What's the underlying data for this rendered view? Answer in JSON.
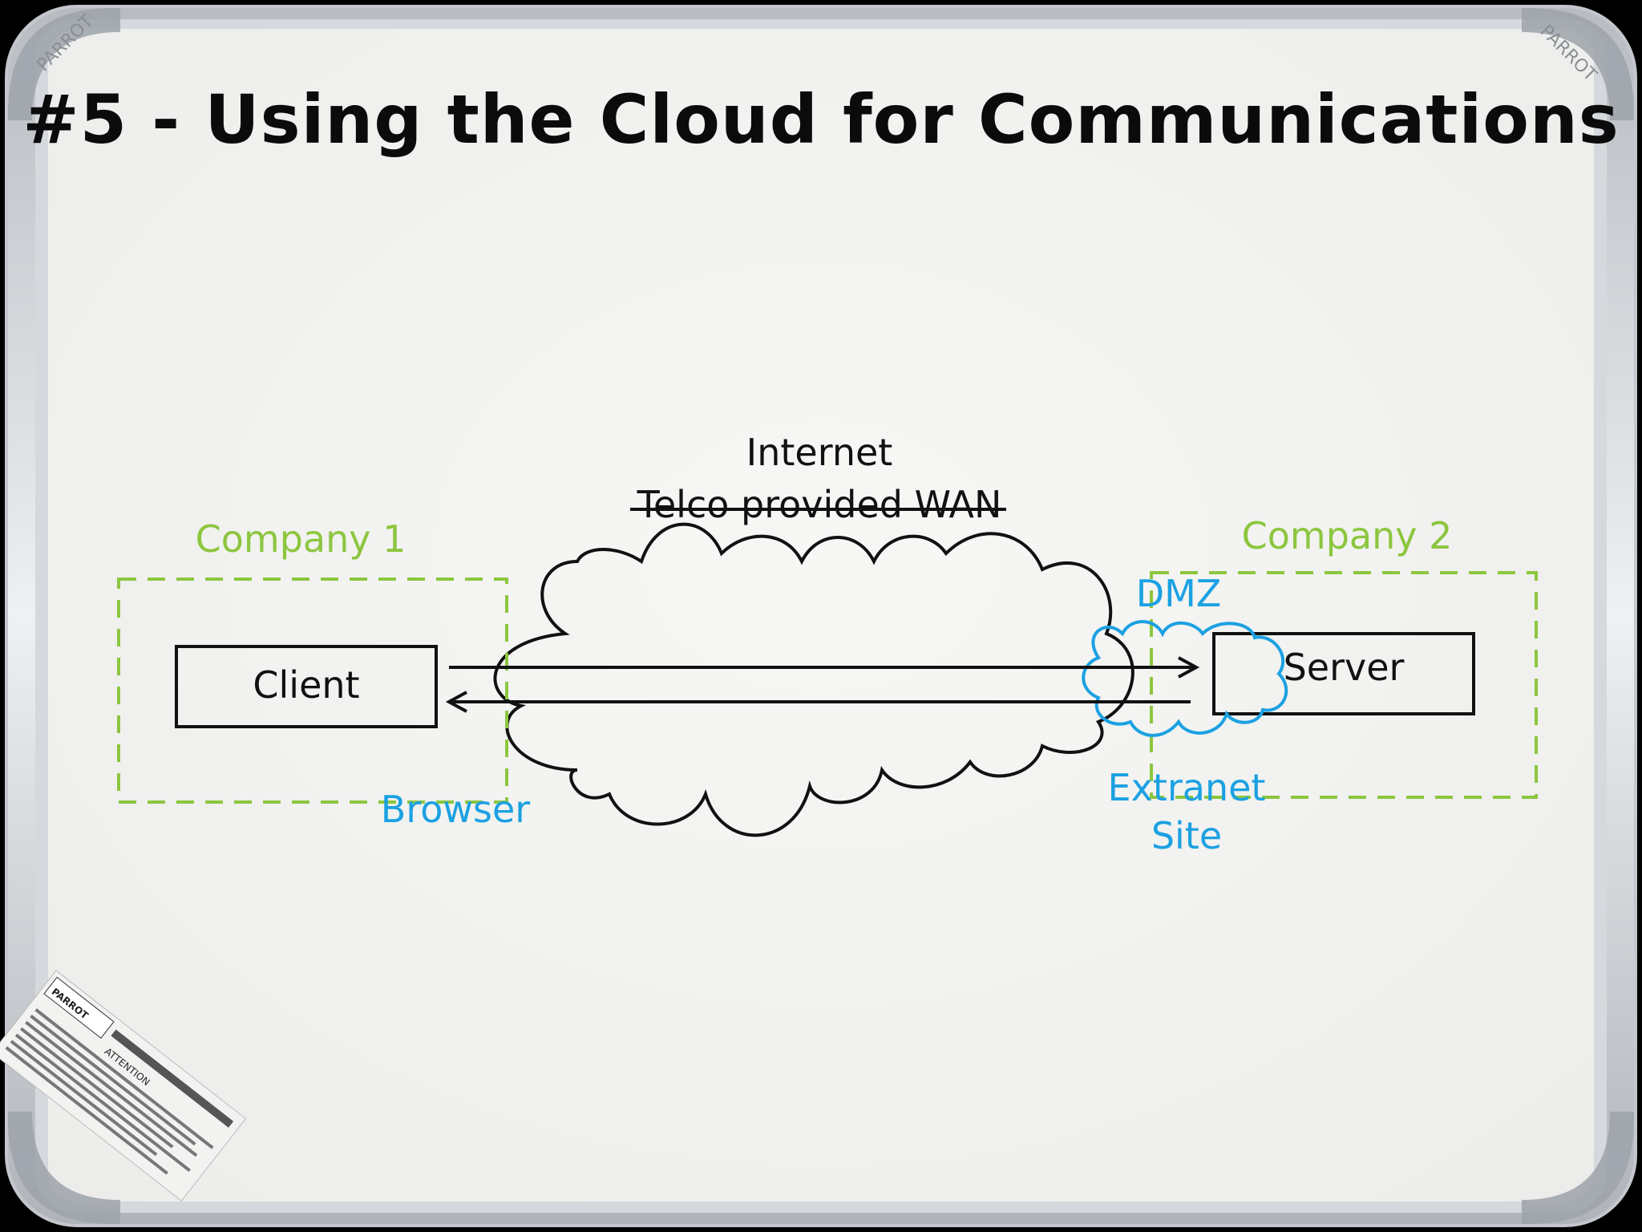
{
  "title": "#5 - Using the Cloud for Communications",
  "cloud_label": "Internet",
  "cloud_label_struck": "Telco provided WAN",
  "company1": {
    "label": "Company 1",
    "client_label": "Client",
    "browser_label": "Browser"
  },
  "company2": {
    "label": "Company 2",
    "server_label": "Server",
    "dmz_label": "DMZ",
    "extranet_line1": "Extranet",
    "extranet_line2": "Site"
  },
  "board_brand": "PARROT",
  "sticker": {
    "brand": "PARROT",
    "heading": "ATTENTION"
  },
  "colors": {
    "ink_black": "#111111",
    "ink_green": "#8cc63f",
    "ink_blue": "#1ba1e2",
    "board": "#f4f4f2",
    "frame": "#c9ccd0"
  }
}
